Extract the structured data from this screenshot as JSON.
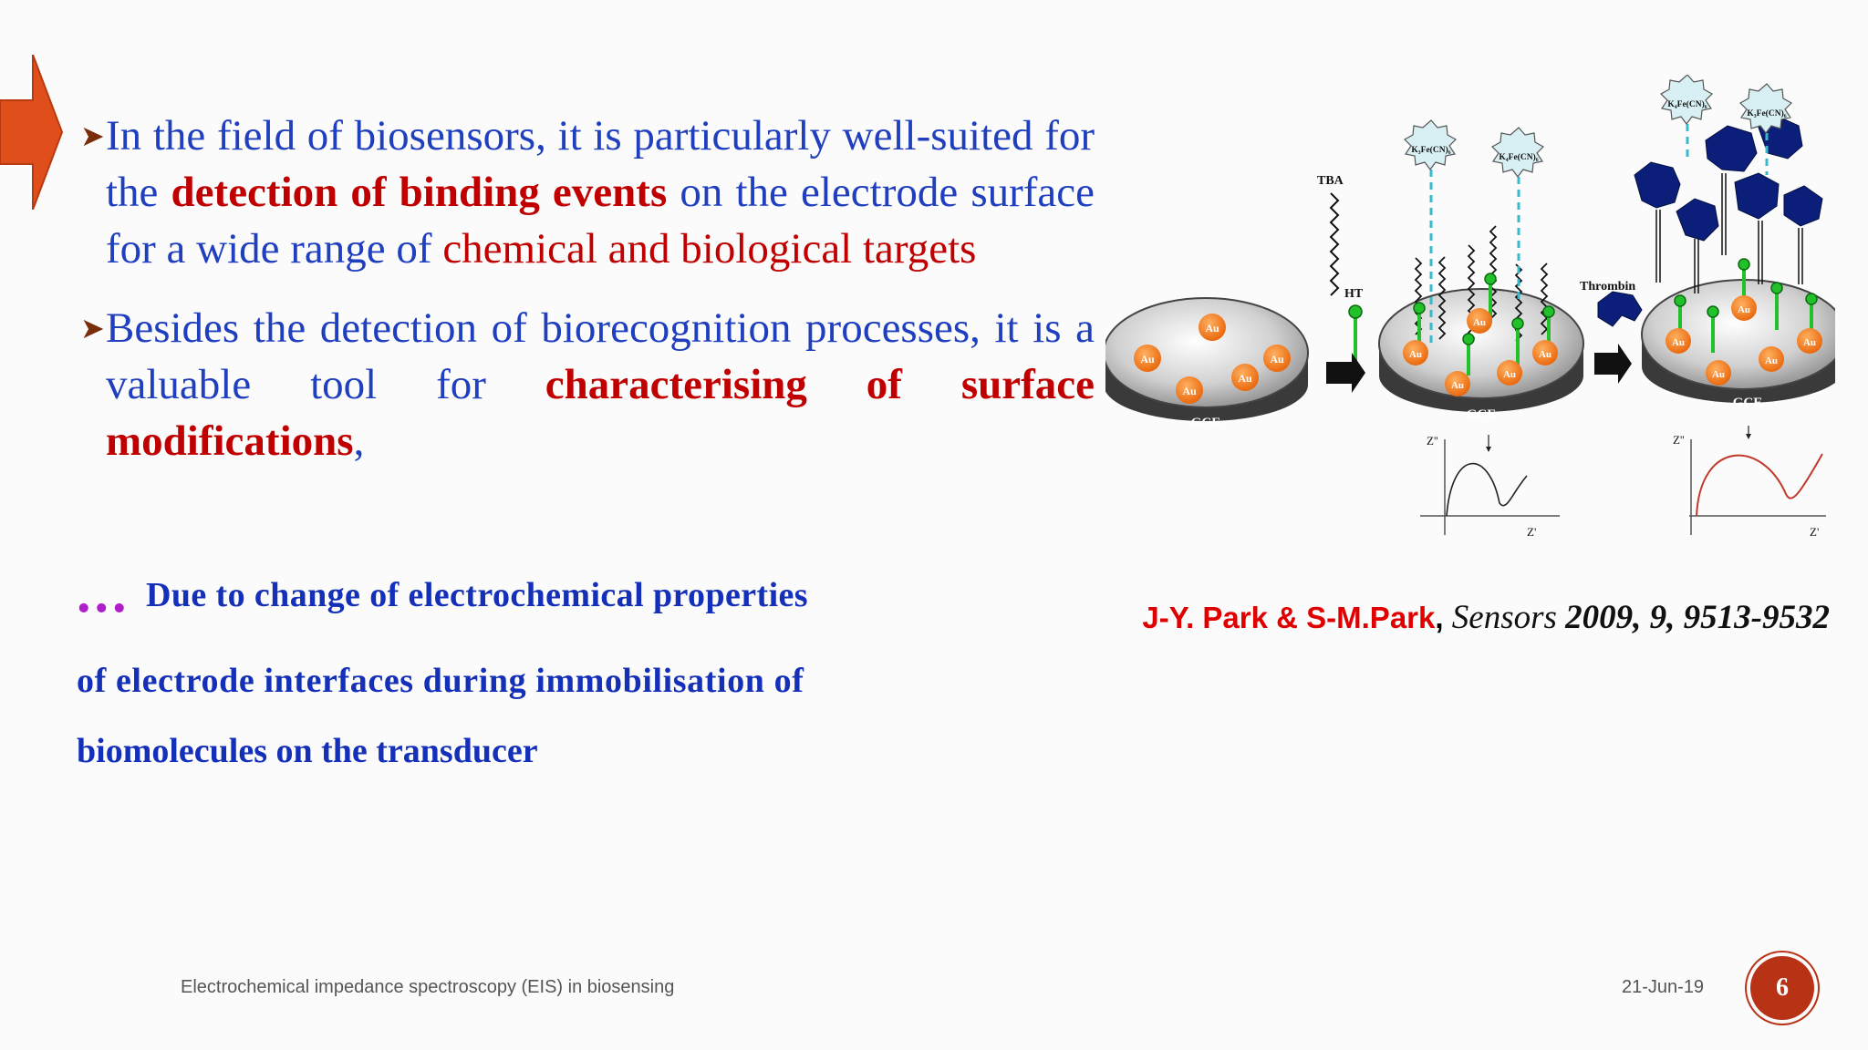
{
  "slide": {
    "bullets": [
      {
        "segments": [
          {
            "text": "In the field of biosensors, it is particularly well-suited for the ",
            "style": "normal"
          },
          {
            "text": "detection of binding events",
            "style": "emph"
          },
          {
            "text": " on the electrode surface for a wide range of ",
            "style": "normal"
          },
          {
            "text": "chemical and biological targets",
            "style": "red"
          }
        ]
      },
      {
        "segments": [
          {
            "text": "Besides the detection of biorecognition processes, it is a valuable tool for ",
            "style": "normal"
          },
          {
            "text": "characterising of surface modifications",
            "style": "emph"
          },
          {
            "text": ",",
            "style": "normal"
          }
        ]
      }
    ],
    "note": {
      "dots": "...",
      "line1": "Due to change of electrochemical properties",
      "line2": "of  electrode interfaces during immobilisation of",
      "line3": "biomolecules on the transducer"
    },
    "citation": {
      "authors": "J-Y. Park & S-M.Park",
      "separator": ",",
      "journal": "Sensors",
      "details": "2009, 9, 9513-9532"
    },
    "figure": {
      "labels": {
        "tba": "TBA",
        "ht": "HT",
        "thrombin": "Thrombin",
        "gce": "GCE",
        "au": "Au",
        "fe3": "K₃Fe(CN)₆",
        "fe4": "K₄Fe(CN)₆",
        "z_imag": "Z''",
        "z_real": "Z'"
      }
    },
    "footer": {
      "title": "Electrochemical impedance spectroscopy (EIS) in biosensing",
      "date": "21-Jun-19",
      "page": "6"
    },
    "colors": {
      "accent": "#c00000",
      "body_text": "#1f3fbf",
      "note_text": "#1530b8",
      "dots": "#b01ec9",
      "arrow": "#e04e1b",
      "gold": "#f07010",
      "linker_green": "#22c02a",
      "thrombin_navy": "#0b1f7a",
      "redox_cyan": "#38b8c8",
      "page_badge": "#b83215"
    }
  }
}
